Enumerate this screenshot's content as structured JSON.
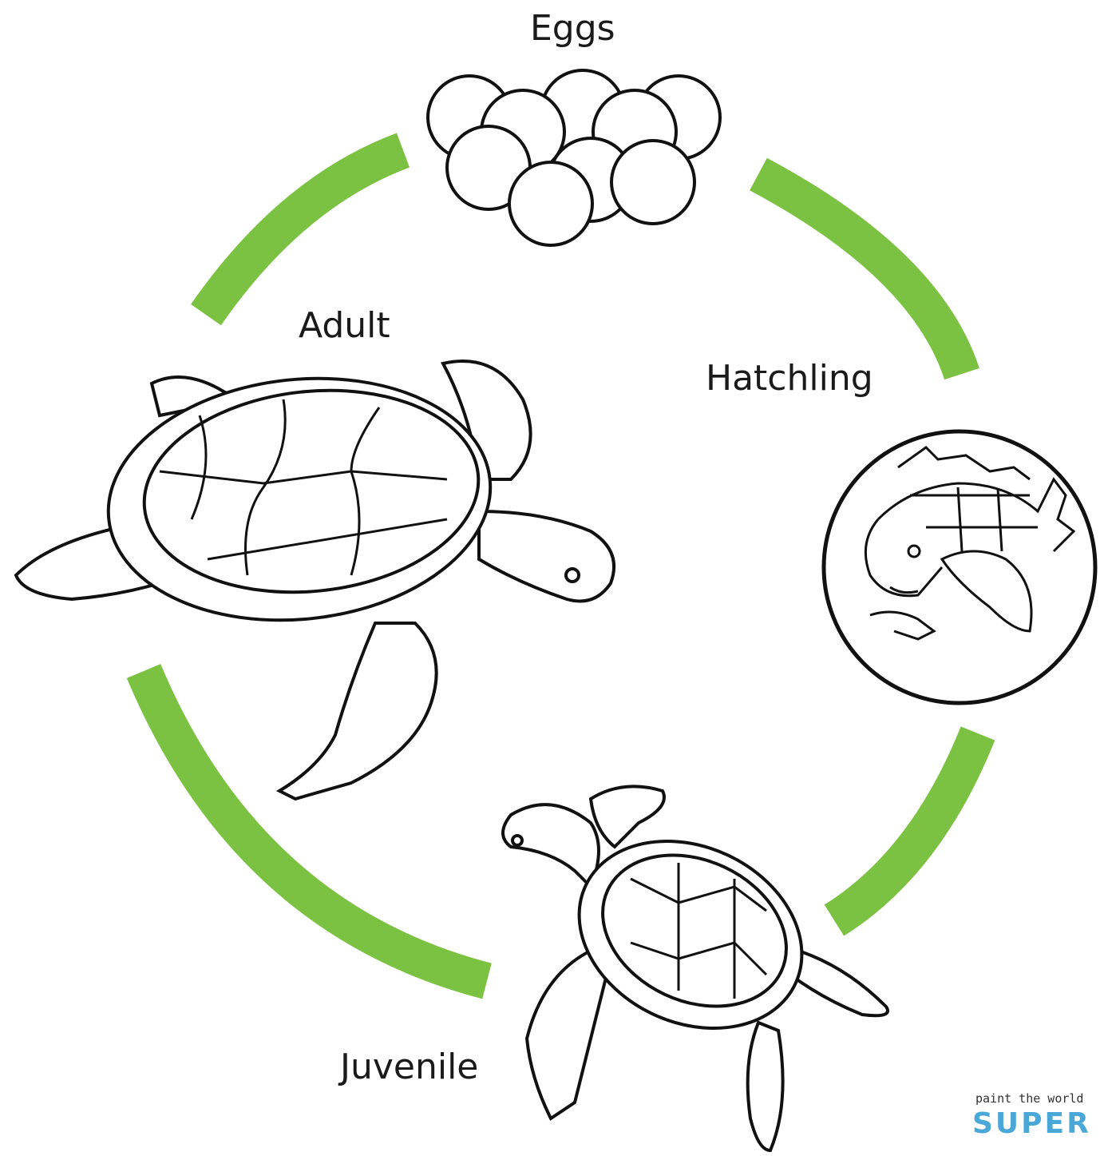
{
  "stages": {
    "eggs": "Eggs",
    "hatchling": "Hatchling",
    "juvenile": "Juvenile",
    "adult": "Adult"
  },
  "watermark": {
    "tagline": "paint the world",
    "brand": "SUPER"
  },
  "colors": {
    "cycle_arrow": "#7cc242",
    "outline": "#111111",
    "background": "#ffffff"
  }
}
